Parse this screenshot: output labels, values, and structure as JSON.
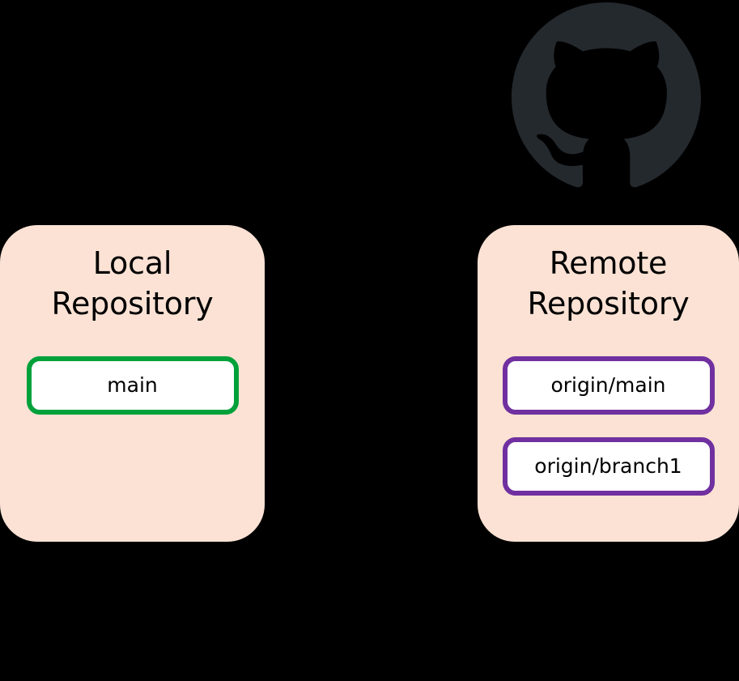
{
  "diagram": {
    "title_text_local": "Local\nRepository",
    "background_color": "#000000",
    "panel_color": "#FBE2D4",
    "chip_fill_color": "#FFFFFF",
    "logo_color": "#24292E"
  },
  "logo": {
    "name": "github-octocat-logo",
    "label": "GitHub",
    "color": "#24292E"
  },
  "panels": [
    {
      "id": "local",
      "title": "Local\nRepository",
      "title_line1": "Local",
      "title_line2": "Repository",
      "accent_color": "#00A13A",
      "branches": [
        {
          "label": "main",
          "accent_color": "#00A13A"
        }
      ]
    },
    {
      "id": "remote",
      "title": "Remote\nRepository",
      "title_line1": "Remote",
      "title_line2": "Repository",
      "accent_color": "#7030A0",
      "branches": [
        {
          "label": "origin/main",
          "accent_color": "#7030A0"
        },
        {
          "label": "origin/branch1",
          "accent_color": "#7030A0"
        }
      ]
    }
  ]
}
